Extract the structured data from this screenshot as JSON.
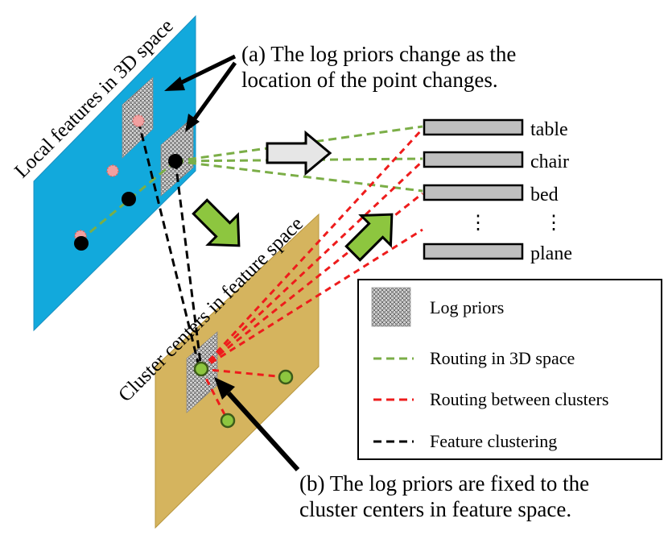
{
  "annotations": {
    "a_line1": "(a) The log priors change as the",
    "a_line2": "location of the point changes.",
    "b_line1": "(b) The log priors are fixed to the",
    "b_line2": "cluster centers in feature space."
  },
  "planes": {
    "local_label": "Local features in 3D space",
    "cluster_label": "Cluster centers in feature space",
    "local_color": "#12A9DC",
    "cluster_color": "#D5B45E"
  },
  "classes": [
    {
      "label": "table"
    },
    {
      "label": "chair"
    },
    {
      "label": "bed"
    },
    {
      "label": "⋮",
      "value_dots": "⋮"
    },
    {
      "label": "plane"
    }
  ],
  "legend": {
    "items": [
      {
        "label": "Log priors",
        "icon": "grid-pattern-icon"
      },
      {
        "label": "Routing in 3D space",
        "color": "#7BAE47"
      },
      {
        "label": "Routing between clusters",
        "color": "#EE1C1C"
      },
      {
        "label": "Feature clustering",
        "color": "#000000"
      }
    ]
  },
  "colors": {
    "green_route": "#7BAE47",
    "red_route": "#EE1C1C",
    "black_cluster": "#000000",
    "green_arrow": "#8DC63F",
    "gray_arrow": "#E6E6E6",
    "bar_fill": "#BFBFBF",
    "pink_point": "#F2A0A0",
    "cluster_point": "#8DC63F"
  }
}
